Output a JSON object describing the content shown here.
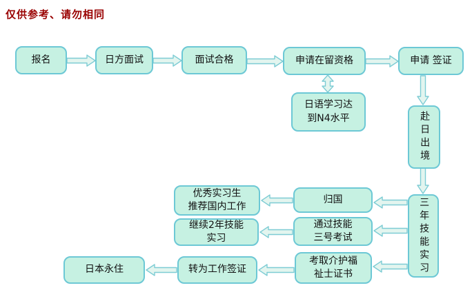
{
  "title": "仅供参考、请勿相同",
  "colors": {
    "box_fill": "#c6f1e2",
    "box_border": "#6cc8d5",
    "arrow_fill": "#e3f5ef",
    "arrow_border": "#7dccd4",
    "title_color": "#990000"
  },
  "nodes": [
    {
      "id": "signup",
      "label": "报名"
    },
    {
      "id": "japan-interview",
      "label": "日方面试"
    },
    {
      "id": "interview-passed",
      "label": "面试合格"
    },
    {
      "id": "apply-residence-status",
      "label": "申请在留资格"
    },
    {
      "id": "apply-visa",
      "label": "申请 签证"
    },
    {
      "id": "japanese-n4",
      "label": "日语学习达\n到N4水平"
    },
    {
      "id": "depart-to-japan",
      "label": "赴日出境",
      "orientation": "vertical"
    },
    {
      "id": "three-year-training",
      "label": "三年技能实习",
      "orientation": "vertical"
    },
    {
      "id": "return-home",
      "label": "归国"
    },
    {
      "id": "recommend-domestic-job",
      "label": "优秀实习生\n推荐国内工作"
    },
    {
      "id": "continue-2year-training",
      "label": "继续2年技能\n实习"
    },
    {
      "id": "pass-skill-exam-3",
      "label": "通过技能\n三号考试"
    },
    {
      "id": "japan-permanent-residence",
      "label": "日本永住"
    },
    {
      "id": "convert-work-visa",
      "label": "转为工作签证"
    },
    {
      "id": "caregiver-certificate",
      "label": "考取介护福\n祉士证书"
    }
  ],
  "edges": [
    {
      "from": "signup",
      "to": "japan-interview",
      "double": false
    },
    {
      "from": "japan-interview",
      "to": "interview-passed",
      "double": false
    },
    {
      "from": "interview-passed",
      "to": "apply-residence-status",
      "double": false
    },
    {
      "from": "apply-residence-status",
      "to": "apply-visa",
      "double": false
    },
    {
      "from": "apply-residence-status",
      "to": "japanese-n4",
      "double": true
    },
    {
      "from": "apply-visa",
      "to": "depart-to-japan",
      "double": false
    },
    {
      "from": "depart-to-japan",
      "to": "three-year-training",
      "double": false
    },
    {
      "from": "three-year-training",
      "to": "return-home",
      "double": false
    },
    {
      "from": "return-home",
      "to": "recommend-domestic-job",
      "double": false
    },
    {
      "from": "three-year-training",
      "to": "pass-skill-exam-3",
      "double": false
    },
    {
      "from": "pass-skill-exam-3",
      "to": "continue-2year-training",
      "double": false
    },
    {
      "from": "three-year-training",
      "to": "caregiver-certificate",
      "double": false
    },
    {
      "from": "caregiver-certificate",
      "to": "convert-work-visa",
      "double": false
    },
    {
      "from": "convert-work-visa",
      "to": "japan-permanent-residence",
      "double": false
    }
  ]
}
